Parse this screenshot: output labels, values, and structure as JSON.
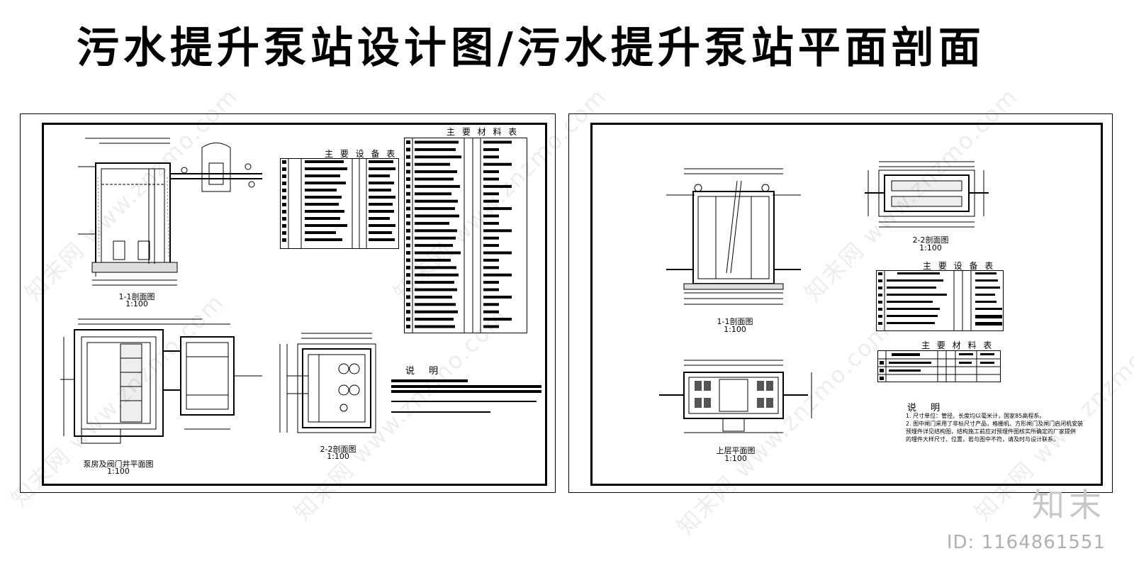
{
  "title": "污水提升泵站设计图/污水提升泵站平面剖面",
  "left_sheet": {
    "section_1_1": {
      "name": "1-1剖面图",
      "scale": "1:100"
    },
    "section_2_2": {
      "name": "2-2剖面图",
      "scale": "1:100"
    },
    "plan": {
      "name": "泵房及阀门井平面图",
      "scale": "1:100"
    },
    "equipment_table_title": "主 要 设 备 表",
    "material_table_title": "主 要 材 料 表",
    "notes_title": "说  明"
  },
  "right_sheet": {
    "section_1_1": {
      "name": "1-1剖面图",
      "scale": "1:100"
    },
    "section_2_2": {
      "name": "2-2剖面图",
      "scale": "1:100"
    },
    "plan": {
      "name": "上层平面图",
      "scale": "1:100"
    },
    "equipment_table_title": "主 要 设 备 表",
    "material_table_title": "主 要 材 料 表",
    "notes_title": "说  明",
    "notes": [
      "1. 尺寸单位：管径、长度均以毫米计，国家85高程系。",
      "2. 图中闸门采用了非标尺寸产品，格栅机、方形闸门及闸门启闭机安装",
      "   预埋件详见结构图，结构施工前应对预埋件图核实所确定的厂家提供",
      "   的埋件大样尺寸、位置，若与图中不符，请及时与设计联系。"
    ]
  },
  "watermark": "知末网 www.znzmo.com",
  "logo": "知末",
  "id_label": "ID: 1164861551"
}
